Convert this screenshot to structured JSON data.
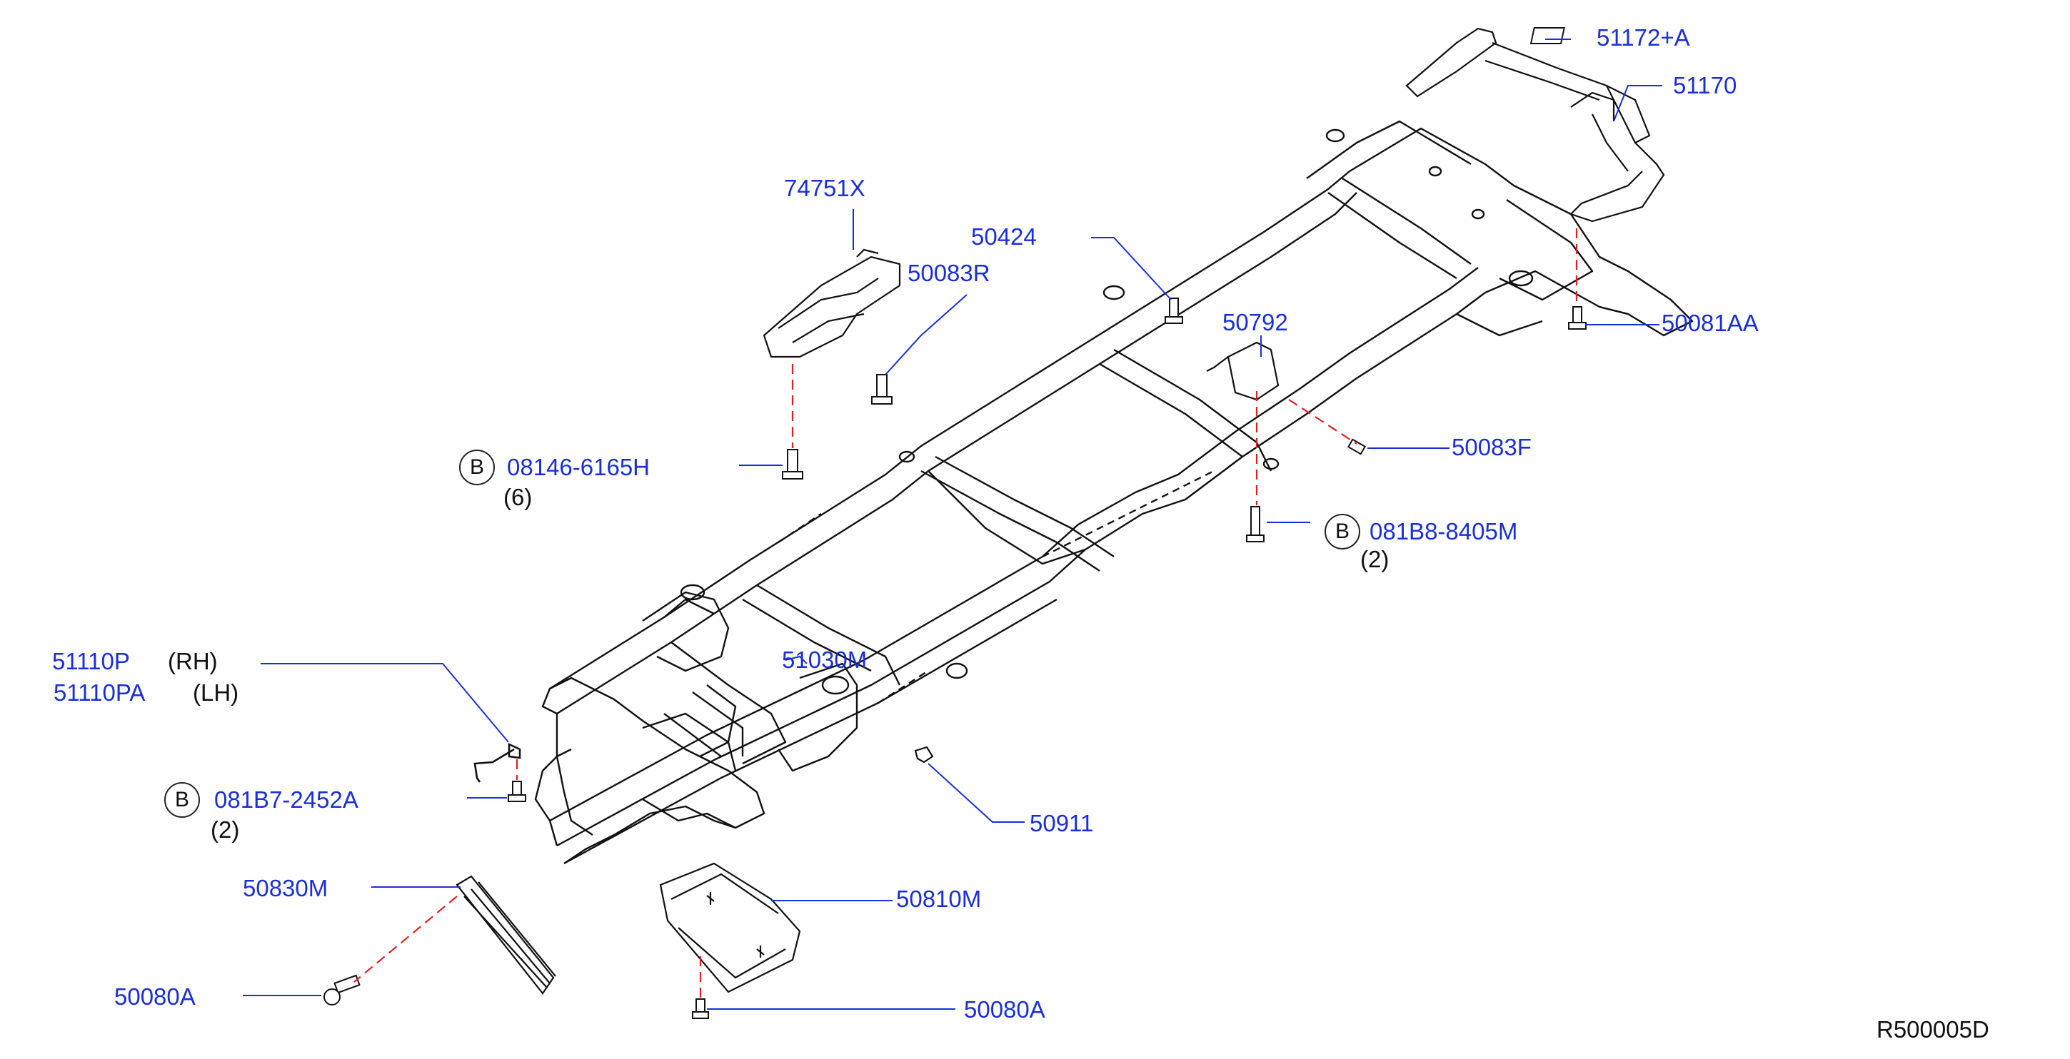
{
  "parts": {
    "p51172A": "51172+A",
    "p51170": "51170",
    "p74751X": "74751X",
    "p50424": "50424",
    "p50083R": "50083R",
    "p50792": "50792",
    "p50081AA": "50081AA",
    "p50083F": "50083F",
    "p08146": "08146-6165H",
    "p08146_qty": "(6)",
    "p081B8": "081B8-8405M",
    "p081B8_qty": "(2)",
    "p51110P": "51110P",
    "p51110P_side": "(RH)",
    "p51110PA": "51110PA",
    "p51110PA_side": "(LH)",
    "p51030M": "51030M",
    "p081B7": "081B7-2452A",
    "p081B7_qty": "(2)",
    "p50911": "50911",
    "p50830M": "50830M",
    "p50810M": "50810M",
    "p50080A_left": "50080A",
    "p50080A_right": "50080A"
  },
  "callouts": {
    "bolt_mark": "B"
  },
  "figure_code": "R500005D",
  "colors": {
    "part_number": "#1a2fd6",
    "leader_line": "#1a2fd6",
    "hidden_line": "#e02020",
    "drawing": "#111111"
  }
}
